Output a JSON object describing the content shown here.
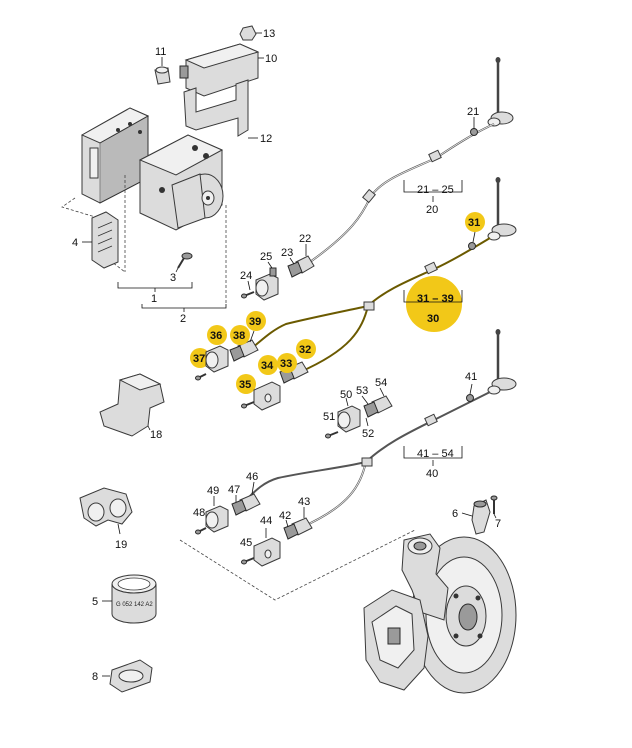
{
  "part_numbers": {
    "p1": "1",
    "p2": "2",
    "p3": "3",
    "p4": "4",
    "p5": "5",
    "p6": "6",
    "p7": "7",
    "p8": "8",
    "p10": "10",
    "p11": "11",
    "p12": "12",
    "p13": "13",
    "p18": "18",
    "p19": "19",
    "p20": "20",
    "p21": "21",
    "p22": "22",
    "p23": "23",
    "p24": "24",
    "p25": "25",
    "p30": "30",
    "p31": "31",
    "p32": "32",
    "p33": "33",
    "p34": "34",
    "p35": "35",
    "p36": "36",
    "p37": "37",
    "p38": "38",
    "p39": "39",
    "p40": "40",
    "p41": "41",
    "p42": "42",
    "p43": "43",
    "p44": "44",
    "p45": "45",
    "p46": "46",
    "p47": "47",
    "p48": "48",
    "p49": "49",
    "p50": "50",
    "p51": "51",
    "p52": "52",
    "p53": "53",
    "p54": "54"
  },
  "ranges": {
    "r21_25": "21 – 25",
    "r31_39": "31 – 39",
    "r41_54": "41 – 54"
  },
  "part5_marking": "G 052 142 A2",
  "highlight_color": "#f2c818"
}
